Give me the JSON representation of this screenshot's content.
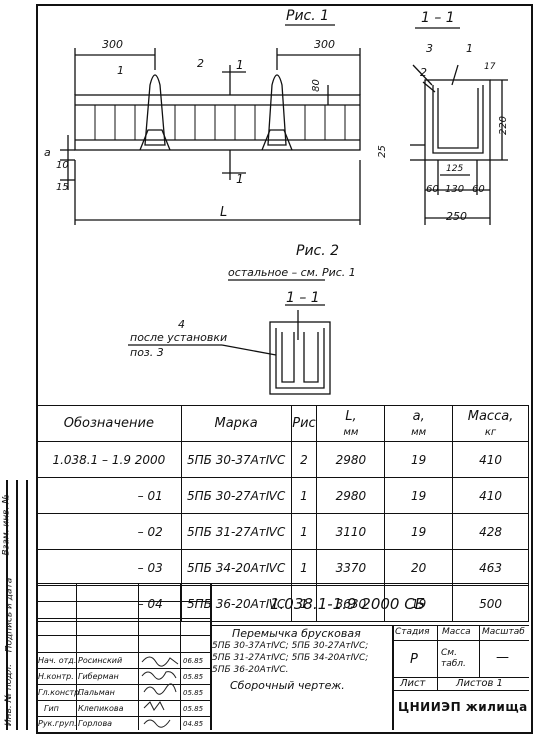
{
  "figure1": {
    "title": "Рис. 1",
    "dims": {
      "d300a": "300",
      "d300b": "300",
      "d80": "80",
      "da": "a",
      "d10": "10",
      "d15": "15",
      "dL": "L"
    },
    "pos": {
      "p1": "1",
      "p2": "2"
    },
    "cut_label": "1"
  },
  "section1": {
    "title": "1 – 1",
    "pos": {
      "p3": "3",
      "p1": "1",
      "p2": "2"
    },
    "dims": {
      "d17": "17",
      "d220": "220",
      "d25": "25",
      "d125": "125",
      "d60a": "60",
      "d130": "130",
      "d60b": "60",
      "d250": "250"
    }
  },
  "figure2": {
    "title": "Рис. 2",
    "note": "остальное – см. Рис. 1",
    "section_title": "1 – 1",
    "pos4": "4",
    "annotation_line1": "после  установки",
    "annotation_line2": "поз. 3"
  },
  "spec_table": {
    "headers": [
      "Обозначение",
      "Марка",
      "Рис",
      "L,",
      "a,",
      "Масса,"
    ],
    "header_units": [
      "",
      "",
      "",
      "мм",
      "мм",
      "кг"
    ],
    "rows": [
      {
        "designation": "1.038.1 – 1.9 2000",
        "mark": "5ПБ 30-37АтⅣС",
        "fig": "2",
        "L": "2980",
        "a": "19",
        "mass": "410"
      },
      {
        "designation": "– 01",
        "mark": "5ПБ 30-27АтⅣС",
        "fig": "1",
        "L": "2980",
        "a": "19",
        "mass": "410"
      },
      {
        "designation": "– 02",
        "mark": "5ПБ 31-27АтⅣС",
        "fig": "1",
        "L": "3110",
        "a": "19",
        "mass": "428"
      },
      {
        "designation": "– 03",
        "mark": "5ПБ 34-20АтⅣС",
        "fig": "1",
        "L": "3370",
        "a": "20",
        "mass": "463"
      },
      {
        "designation": "– 04",
        "mark": "5ПБ 36-20АтⅣС",
        "fig": "1",
        "L": "3630",
        "a": "19",
        "mass": "500"
      }
    ]
  },
  "title_block": {
    "code": "1.038.1-1.9  2000 СБ",
    "name_line1": "Перемычка брусковая",
    "name_line2": "5ПБ 30-37АтⅣС; 5ПБ 30-27АтⅣС;",
    "name_line3": "5ПБ 31-27АтⅣС; 5ПБ 34-20АтⅣС;",
    "name_line4": "5ПБ 36-20АтⅣС.",
    "doc_type": "Сборочный  чертеж.",
    "stage_h": "Стадия",
    "mass_h": "Масса",
    "scale_h": "Масштаб",
    "stage": "Р",
    "mass": "См. табл.",
    "scale": "—",
    "sheet_h": "Лист",
    "sheets_h": "Листов 1",
    "org": "ЦНИИЭП жилища",
    "signatures": [
      {
        "role": "Нач. отд.",
        "name": "Росинский",
        "date": "06.85"
      },
      {
        "role": "Н.контр.",
        "name": "Гиберман",
        "date": "05.85"
      },
      {
        "role": "Гл.констр.",
        "name": "Пальман",
        "date": "05.85"
      },
      {
        "role": "Гип",
        "name": "Клепикова",
        "date": "05.85"
      },
      {
        "role": "Рук.груп.",
        "name": "Горлова",
        "date": "04.85"
      }
    ]
  },
  "side_stamp": {
    "col1": "Инв. № подл.",
    "col2": "Подпись и дата",
    "col3": "Взам. инв. №"
  }
}
